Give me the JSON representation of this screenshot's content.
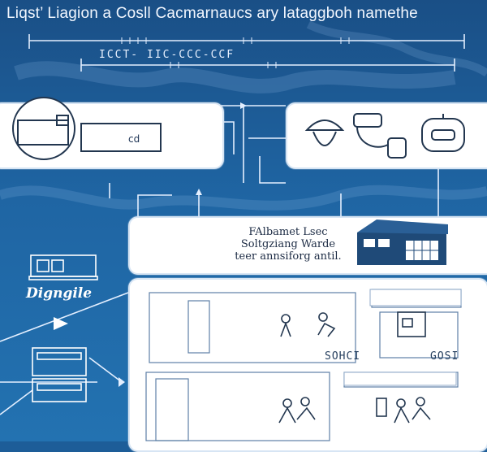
{
  "title": "Liqst’ Liagion a Cosll Cacmarnaucs ary lataggboh namethe",
  "subtitle": "ICCT- IIC-CCC-CCF",
  "middle_text": {
    "line1": "FAlbamet Lsec",
    "line2": "Soltgziang Warde",
    "line3": "teer annsiforg antil."
  },
  "left_label": "Digngile",
  "labels": {
    "left_room": "SOHCI",
    "right_room": "GOSI",
    "box_code": "cd"
  },
  "colors": {
    "background": "#1f65a3",
    "panel": "#ffffff",
    "line": "#e4efff",
    "icon": "#22364f"
  }
}
